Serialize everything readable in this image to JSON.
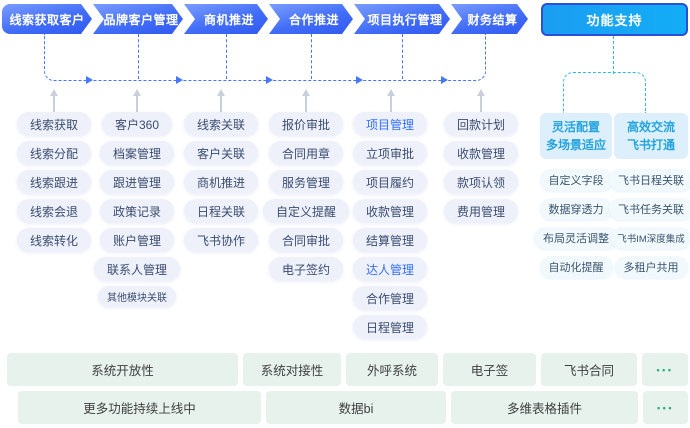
{
  "colors": {
    "accent_blue": "#3370FF",
    "stage_gradient_start": "#7B9DFF",
    "stage_gradient_end": "#3059EF",
    "support_button_fill": "#14A5F3",
    "support_button_border": "#2B4FD8",
    "flow_line_blue": "#4677F8",
    "support_line_cyan": "#2FB9EA",
    "pill_background": "#EEF1FA",
    "pill_text": "#3B4D6F",
    "support_header_text": "#25A4E0",
    "capability_box_green": "#E7F2EC",
    "more_dots_green": "#2FAE7E"
  },
  "flow": {
    "stages": [
      {
        "label": "线索获取客户",
        "items": [
          "线索获取",
          "线索分配",
          "线索跟进",
          "线索会退",
          "线索转化"
        ]
      },
      {
        "label": "品牌客户管理",
        "items": [
          "客户360",
          "档案管理",
          "跟进管理",
          "政策记录",
          "账户管理",
          "联系人管理",
          "其他模块关联"
        ]
      },
      {
        "label": "商机推进",
        "items": [
          "线索关联",
          "客户关联",
          "商机推进",
          "日程关联",
          "飞书协作"
        ]
      },
      {
        "label": "合作推进",
        "items": [
          "报价审批",
          "合同用章",
          "服务管理",
          "自定义提醒",
          "合同审批",
          "电子签约"
        ]
      },
      {
        "label": "项目执行管理",
        "items": [
          "项目管理",
          "立项审批",
          "项目履约",
          "收款管理",
          "结算管理",
          "达人管理",
          "合作管理",
          "日程管理"
        ]
      },
      {
        "label": "财务结算",
        "items": [
          "回款计划",
          "收款管理",
          "款项认领",
          "费用管理"
        ]
      }
    ]
  },
  "support": {
    "label": "功能支持",
    "groups": [
      {
        "header": "灵活配置\n多场景适应",
        "items": [
          "自定义字段",
          "数据穿透力",
          "布局灵活调整",
          "自动化提醒"
        ]
      },
      {
        "header": "高效交流\n飞书打通",
        "items": [
          "飞书日程关联",
          "飞书任务关联",
          "飞书IM深度集成",
          "多租户共用"
        ]
      }
    ]
  },
  "bottom": {
    "row1": [
      "系统开放性",
      "系统对接性",
      "外呼系统",
      "电子签",
      "飞书合同",
      "•••"
    ],
    "row2": [
      "更多功能持续上线中",
      "数据bi",
      "多维表格插件",
      "•••"
    ]
  }
}
